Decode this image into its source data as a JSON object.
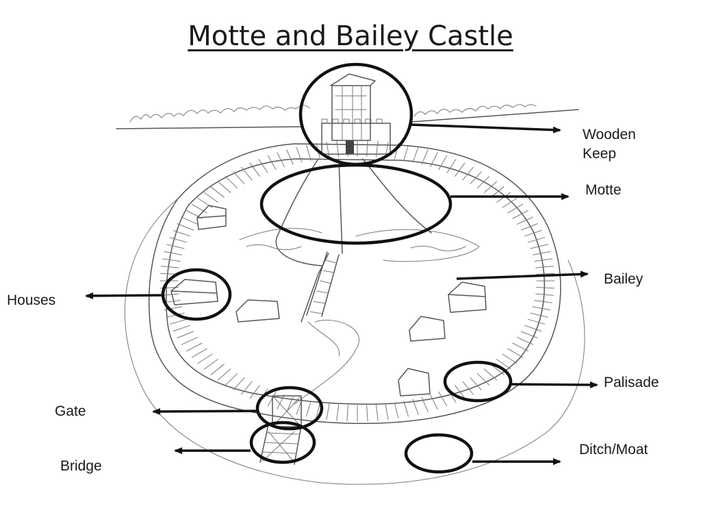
{
  "title": "Motte and Bailey Castle",
  "labels": {
    "wooden_keep": "Wooden Keep",
    "motte": "Motte",
    "bailey": "Bailey",
    "houses": "Houses",
    "palisade": "Palisade",
    "gate": "Gate",
    "ditch_moat": "Ditch/Moat",
    "bridge": "Bridge"
  },
  "colors": {
    "ink": "#111111",
    "sketch": "#555555",
    "background": "#ffffff"
  }
}
